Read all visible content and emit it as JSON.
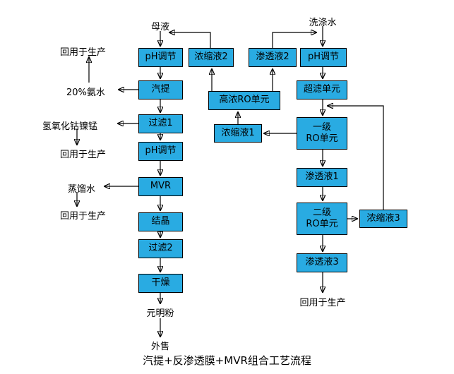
{
  "diagram": {
    "title": "汽提+反渗透膜+MVR组合工艺流程",
    "colors": {
      "box_fill": "#29ABE2",
      "box_border": "#000000",
      "line": "#000000",
      "background": "#FFFFFF"
    },
    "sources": {
      "mother_liquor": "母液",
      "wash_water": "洗涤水"
    },
    "left_flow": {
      "ph_adjust_1": "pH调节",
      "stripping": "汽提",
      "filter_1": "过滤1",
      "ph_adjust_2": "pH调节",
      "mvr": "MVR",
      "crystallization": "结晶",
      "filter_2": "过滤2",
      "drying": "干燥",
      "sodium_sulfate": "元明粉",
      "sold": "外售"
    },
    "left_outputs": {
      "reuse_1": "回用于生产",
      "ammonia": "20%氨水",
      "hydroxide": "氢氧化钴镍锰",
      "reuse_2": "回用于生产",
      "distilled_water": "蒸馏水",
      "reuse_3": "回用于生产"
    },
    "middle": {
      "concentrate_2": "浓缩液2",
      "permeate_2": "渗透液2",
      "high_conc_ro": "高浓RO单元",
      "concentrate_1": "浓缩液1",
      "concentrate_3": "浓缩液3"
    },
    "right_flow": {
      "ph_adjust": "pH调节",
      "ultrafiltration": "超滤单元",
      "ro_stage1_line1": "一级",
      "ro_stage1_line2": "RO单元",
      "permeate_1": "渗透液1",
      "ro_stage2_line1": "二级",
      "ro_stage2_line2": "RO单元",
      "permeate_3": "渗透液3",
      "reuse": "回用于生产"
    }
  }
}
